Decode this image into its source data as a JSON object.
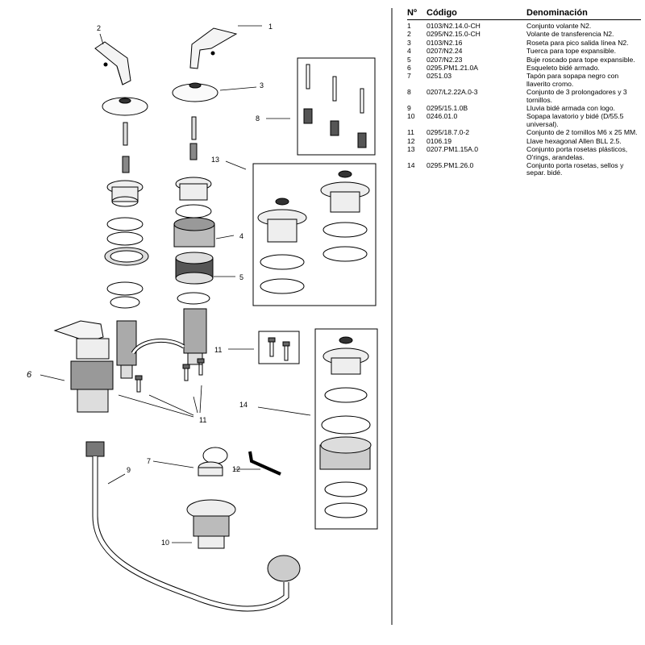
{
  "table": {
    "headers": {
      "no": "Nº",
      "code": "Código",
      "name": "Denominación"
    },
    "rows": [
      {
        "no": "1",
        "code": "0103/N2.14.0-CH",
        "name": "Conjunto volante N2."
      },
      {
        "no": "2",
        "code": "0295/N2.15.0-CH",
        "name": "Volante de transferencia N2."
      },
      {
        "no": "3",
        "code": "0103/N2.16",
        "name": "Roseta para pico salida línea N2."
      },
      {
        "no": "4",
        "code": "0207/N2.24",
        "name": "Tuerca para tope expansible."
      },
      {
        "no": "5",
        "code": "0207/N2.23",
        "name": "Buje roscado para tope expansible."
      },
      {
        "no": "6",
        "code": "0295.PM1.21.0A",
        "name": "Esqueleto bidé armado."
      },
      {
        "no": "7",
        "code": "0251.03",
        "name": "Tapón para sopapa negro con llaverito cromo."
      },
      {
        "no": "8",
        "code": "0207/L2.22A.0-3",
        "name": "Conjunto de 3 prolongadores y 3 tornillos."
      },
      {
        "no": "9",
        "code": "0295/15.1.0B",
        "name": "Lluvia bidé armada con logo."
      },
      {
        "no": "10",
        "code": "0246.01.0",
        "name": "Sopapa lavatorio y bidé (D/55.5 universal)."
      },
      {
        "no": "11",
        "code": "0295/18.7.0-2",
        "name": "Conjunto de 2 tornillos M6 x 25 MM."
      },
      {
        "no": "12",
        "code": "0106.19",
        "name": "Llave hexagonal Allen BLL 2.5."
      },
      {
        "no": "13",
        "code": "0207.PM1.15A.0",
        "name": "Conjunto porta rosetas plásticos, O'rings, arandelas."
      },
      {
        "no": "14",
        "code": "0295.PM1.26.0",
        "name": "Conjunto porta rosetas, sellos y separ. bidé."
      }
    ]
  },
  "callouts": {
    "c1": "1",
    "c2": "2",
    "c3": "3",
    "c4": "4",
    "c5": "5",
    "c6": "6",
    "c7": "7",
    "c8": "8",
    "c9": "9",
    "c10": "10",
    "c11a": "11",
    "c11b": "11",
    "c12": "12",
    "c13": "13",
    "c14": "14"
  },
  "colors": {
    "line": "#000000",
    "light_fill": "#ffffff",
    "mid_fill": "#d8d8d8",
    "dark_fill": "#555555"
  }
}
